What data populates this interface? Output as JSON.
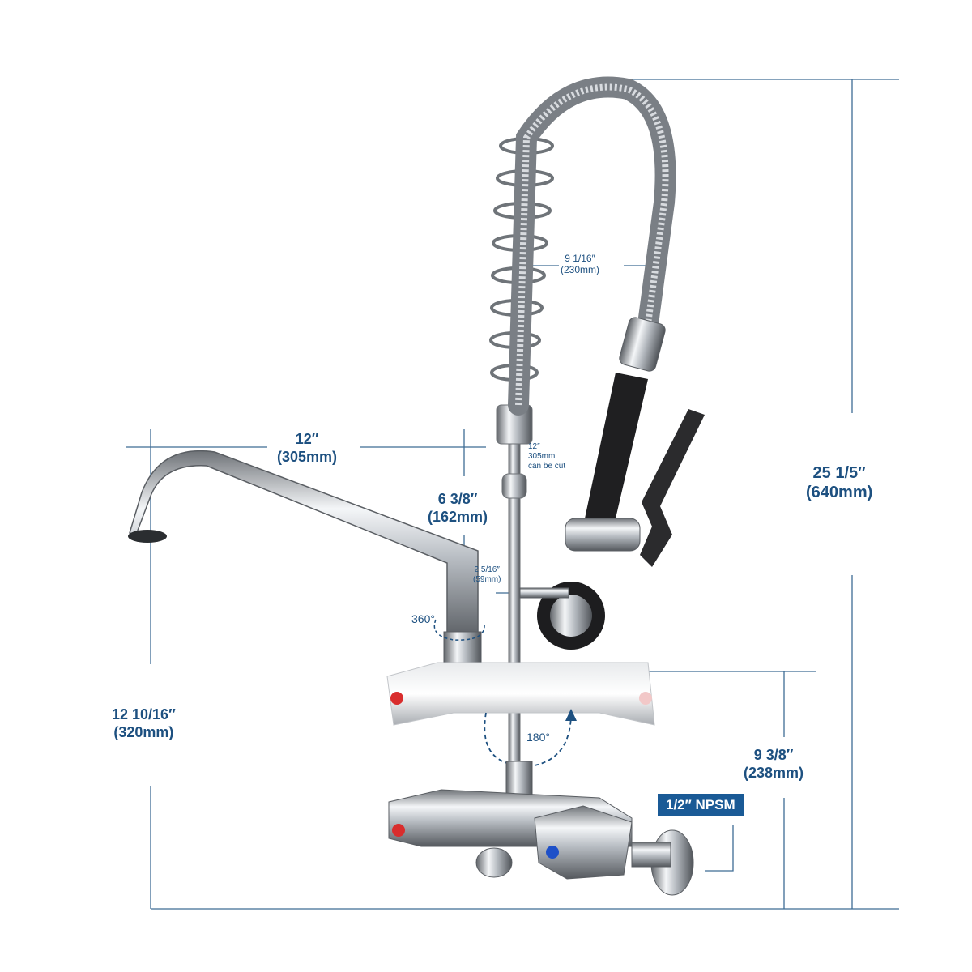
{
  "dimensions": {
    "total_height": {
      "imperial": "25 1/5″",
      "metric": "(640mm)"
    },
    "hose_width": {
      "imperial": "9 1/16″",
      "metric": "(230mm)"
    },
    "spout_length": {
      "imperial": "12″",
      "metric": "(305mm)"
    },
    "spout_height": {
      "imperial": "6 3/8″",
      "metric": "(162mm)"
    },
    "column_note": {
      "imperial": "12″",
      "metric": "305mm",
      "note": "can be cut"
    },
    "arm_offset": {
      "imperial": "2 5/16″",
      "metric": "(59mm)"
    },
    "lower_height": {
      "imperial": "12 10/16″",
      "metric": "(320mm)"
    },
    "mount_height": {
      "imperial": "9 3/8″",
      "metric": "(238mm)"
    }
  },
  "rotation": {
    "spout": "360°",
    "faucet": "180°"
  },
  "thread_label": "1/2″ NPSM",
  "colors": {
    "dimension_line": "#3e6c95",
    "label_text": "#1d5080",
    "badge_bg": "#1a5a96"
  }
}
